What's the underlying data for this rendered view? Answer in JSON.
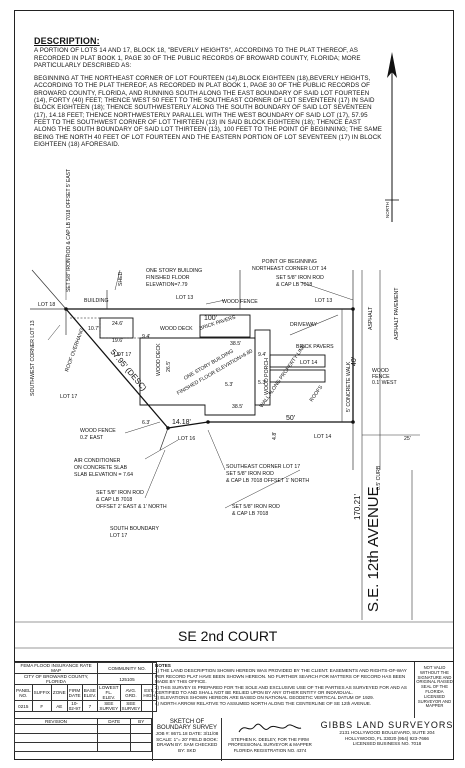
{
  "description": {
    "heading": "DESCRIPTION:",
    "para1": "A PORTION OF LOTS 14 AND 17, BLOCK 18, \"BEVERLY HEIGHTS\", ACCORDING TO THE PLAT THEREOF, AS RECORDED IN PLAT BOOK 1, PAGE 30 OF THE PUBLIC RECORDS OF BROWARD COUNTY, FLORIDA; MORE PARTICULARLY DESCRIBED AS:",
    "para2": "BEGINNING AT THE NORTHEAST CORNER OF LOT FOURTEEN (14),BLOCK EIGHTEEN (18),BEVERLY HEIGHTS, ACCORDING TO THE PLAT THEREOF, AS RECORDED IN PLAT BOOK 1, PAGE 30 OF THE PUBLIC RECORDS OF BROWARD COUNTY, FLORIDA, AND RUNNING SOUTH ALONG THE EAST BOUNDARY OF SAID LOT FOURTEEN (14), FORTY (40) FEET; THENCE WEST 50 FEET TO THE SOUTHEAST CORNER OF LOT SEVENTEEN (17) IN SAID BLOCK EIGHTEEN (18); THENCE SOUTHWESTERLY ALONG THE SOUTH BOUNDARY OF SAID LOT SEVENTEEN (17), 14.18 FEET; THENCE NORTHWESTERLY PARALLEL WITH THE WEST BOUNDARY OF SAID LOT (17), 57.95 FEET TO THE SOUTHWEST CORNER OF LOT THIRTEEN (13) IN SAID BLOCK EIGHTEEN (18); THENCE EAST ALONG THE SOUTH BOUNDARY OF SAID LOT THIRTEEN (13), 100 FEET TO THE POINT OF BEGINNING; THE SAME BEING THE NORTH 40 FEET OF LOT FOURTEEN AND THE EASTERN PORTION OF LOT SEVENTEEN (17) IN BLOCK EIGHTEEN (18) AFORESAID."
  },
  "plan": {
    "north": "NORTH",
    "labels": {
      "iron_rod_nw": "SET 5/8\" IRON ROD & CAP LB 7018 OFFSET 5' EAST",
      "shed": "SHED",
      "one_story_building": "ONE STORY BUILDING",
      "finished_floor": "FINISHED FLOOR",
      "elevation_top": "ELEVATION=7.79",
      "point_of_beginning": "POINT OF BEGINNING",
      "ne_corner_lot14": "NORTHEAST CORNER LOT 14",
      "set_rod_pob_1": "SET 5/8\" IRON ROD",
      "set_rod_pob_2": "& CAP LB 7018",
      "lot18": "LOT 18",
      "building": "BUILDING",
      "lot13_top": "LOT 13",
      "wood_fence_top": "WOOD FENCE",
      "dim_100": "100'",
      "lot13_right": "LOT 13",
      "asphalt": "ASPHALT",
      "asphalt_pavement": "ASPHALT PAVEMENT",
      "dim_246": "24.6'",
      "dim_107": "10.7'",
      "dim_196": "19.6'",
      "dim_94a": "9.4'",
      "wood_deck_h": "WOOD DECK",
      "brick_pavers_a": "BRICK PAVERS",
      "driveway": "DRIVEWAY",
      "dim_385a": "38.5'",
      "sw_corner_lot13": "SOUTHWEST CORNER LOT 13",
      "lot17_a": "LOT 17",
      "wood_deck_v": "WOOD DECK",
      "dim_265": "26.5'",
      "bldg_center_1": "ONE STORY BUILDING",
      "bldg_center_2": "FINISHED FLOOR ELEVATION=6.80",
      "lot14": "LOT 14",
      "brick_pavers_b": "BRICK PAVERS",
      "wood_porch": "WOOD PORCH",
      "dim_94b": "9.4'",
      "roof_overhang": "ROOF OVERHANG",
      "lot17_b": "LOT 17",
      "dim_5795": "57.95' (DESC)",
      "dim_53a": "5.3'",
      "dim_53b": "5.3'",
      "wall_along": "WALL ALONG PROPERTY LINE",
      "roofs": "ROOFS",
      "concrete_walk": "5' CONCRETE WALK",
      "wood_fence_right_1": "WOOD",
      "wood_fence_right_2": "FENCE",
      "wood_fence_right_3": "0.1' WEST",
      "dim_40": "40'",
      "dim_385b": "38.5'",
      "dim_50": "50'",
      "dim_48": "4.8'",
      "wood_fence_left_1": "WOOD FENCE",
      "wood_fence_left_2": "0.2' EAST",
      "dim_63": "6.3'",
      "dim_1418": "14.18'",
      "lot16": "LOT 16",
      "lot14_b": "LOT 14",
      "dim_25": "25'",
      "air_cond_1": "AIR CONDITIONER",
      "air_cond_2": "ON CONCRETE SLAB",
      "air_cond_3": "SLAB ELEVATION = 7.64",
      "se_corner_1": "SOUTHEAST CORNER LOT 17",
      "se_corner_2": "SET 5/8\" IRON ROD",
      "se_corner_3": "& CAP LB 7018 OFFSET 1' NORTH",
      "curb": "0.5' CURB",
      "sw_rod_1": "SET 5/8\" IRON ROD",
      "sw_rod_2": "& CAP LB 7018",
      "sw_rod_3": "OFFSET 2' EAST & 1' NORTH",
      "set_rod_bottom_1": "SET 5/8\" IRON ROD",
      "set_rod_bottom_2": "& CAP LB 7018",
      "dim_17021": "170.21'",
      "south_boundary_1": "SOUTH BOUNDARY",
      "south_boundary_2": "LOT 17"
    },
    "street_east": "S.E. 12th AVENUE",
    "street_south": "SE 2nd COURT"
  },
  "titleblock": {
    "fema_header": "FEMA FLOOD INSURANCE RATE MAP",
    "community": "COMMUNITY NO.",
    "city": "CITY OF BROWARD COUNTY, FLORIDA",
    "community_no": "125105",
    "cols": [
      "PANEL NO.",
      "SUFFIX",
      "ZONE",
      "FIRM DATE",
      "BASE ELEV.",
      "LOWEST FL. ELEV.",
      "AVG. GRD.",
      "EST. HIGH"
    ],
    "vals": [
      "0215",
      "F",
      "AE",
      "10-02-97",
      "7",
      "SEE SURVEY",
      "SEE SURVEY",
      ""
    ],
    "revision": "REVISION",
    "date": "DATE",
    "by": "BY",
    "notes_title": "NOTES",
    "notes": [
      "1)  THE LAND DESCRIPTION SHOWN HEREON WAS PROVIDED BY THE CLIENT. EASEMENTS AND RIGHTS-OF-WAY PER RECORD PLAT HAVE BEEN SHOWN HEREON. NO FURTHER SEARCH FOR MATTERS OF RECORD HAS BEEN MADE BY THIS OFFICE.",
      "2)  THIS SURVEY IS PREPARED FOR THE SOLE AND EXCLUSIVE USE OF THE PARTIES AS SURVEYED FOR AND AS CERTIFIED TO AND SHALL NOT BE RELIED UPON BY ANY OTHER ENTITY OR INDIVIDUAL.",
      "3)  ELEVATIONS SHOWN HEREON ARE BASED ON NATIONAL GEODETIC VERTICAL DATUM OF 1929.",
      "4)  NORTH ARROW RELATIVE TO ASSUMED NORTH ALONG THE CENTERLINE OF SE 12th AVENUE."
    ],
    "seal": "NOT VALID WITHOUT THE SIGNATURE AND ORIGINAL RAISED SEAL OF THE FLORIDA LICENSED SURVEYOR AND MAPPER",
    "sketch_title_1": "SKETCH OF",
    "sketch_title_2": "BOUNDARY SURVEY",
    "job": "JOB #: 8671.18    DATE: 3/11/08",
    "scale": "SCALE: 1\"= 20'    FIELD BOOK:",
    "drawn": "DRAWN BY: SAM    CHECKED BY: SKD",
    "signer_1": "STEPHEN K. DEELEY, FOR THE FIRM",
    "signer_2": "PROFESSIONAL SURVEYOR & MAPPER",
    "signer_3": "FLORIDA REGISTRATION NO. 4374",
    "company_name": "GIBBS LAND SURVEYORS",
    "company_addr_1": "2131 HOLLYWOOD BOULEVARD, SUITE 204",
    "company_addr_2": "HOLLYWOOD, FL 33020  (954) 923-7666",
    "company_addr_3": "LICENSED BUSINESS NO. 7018"
  }
}
